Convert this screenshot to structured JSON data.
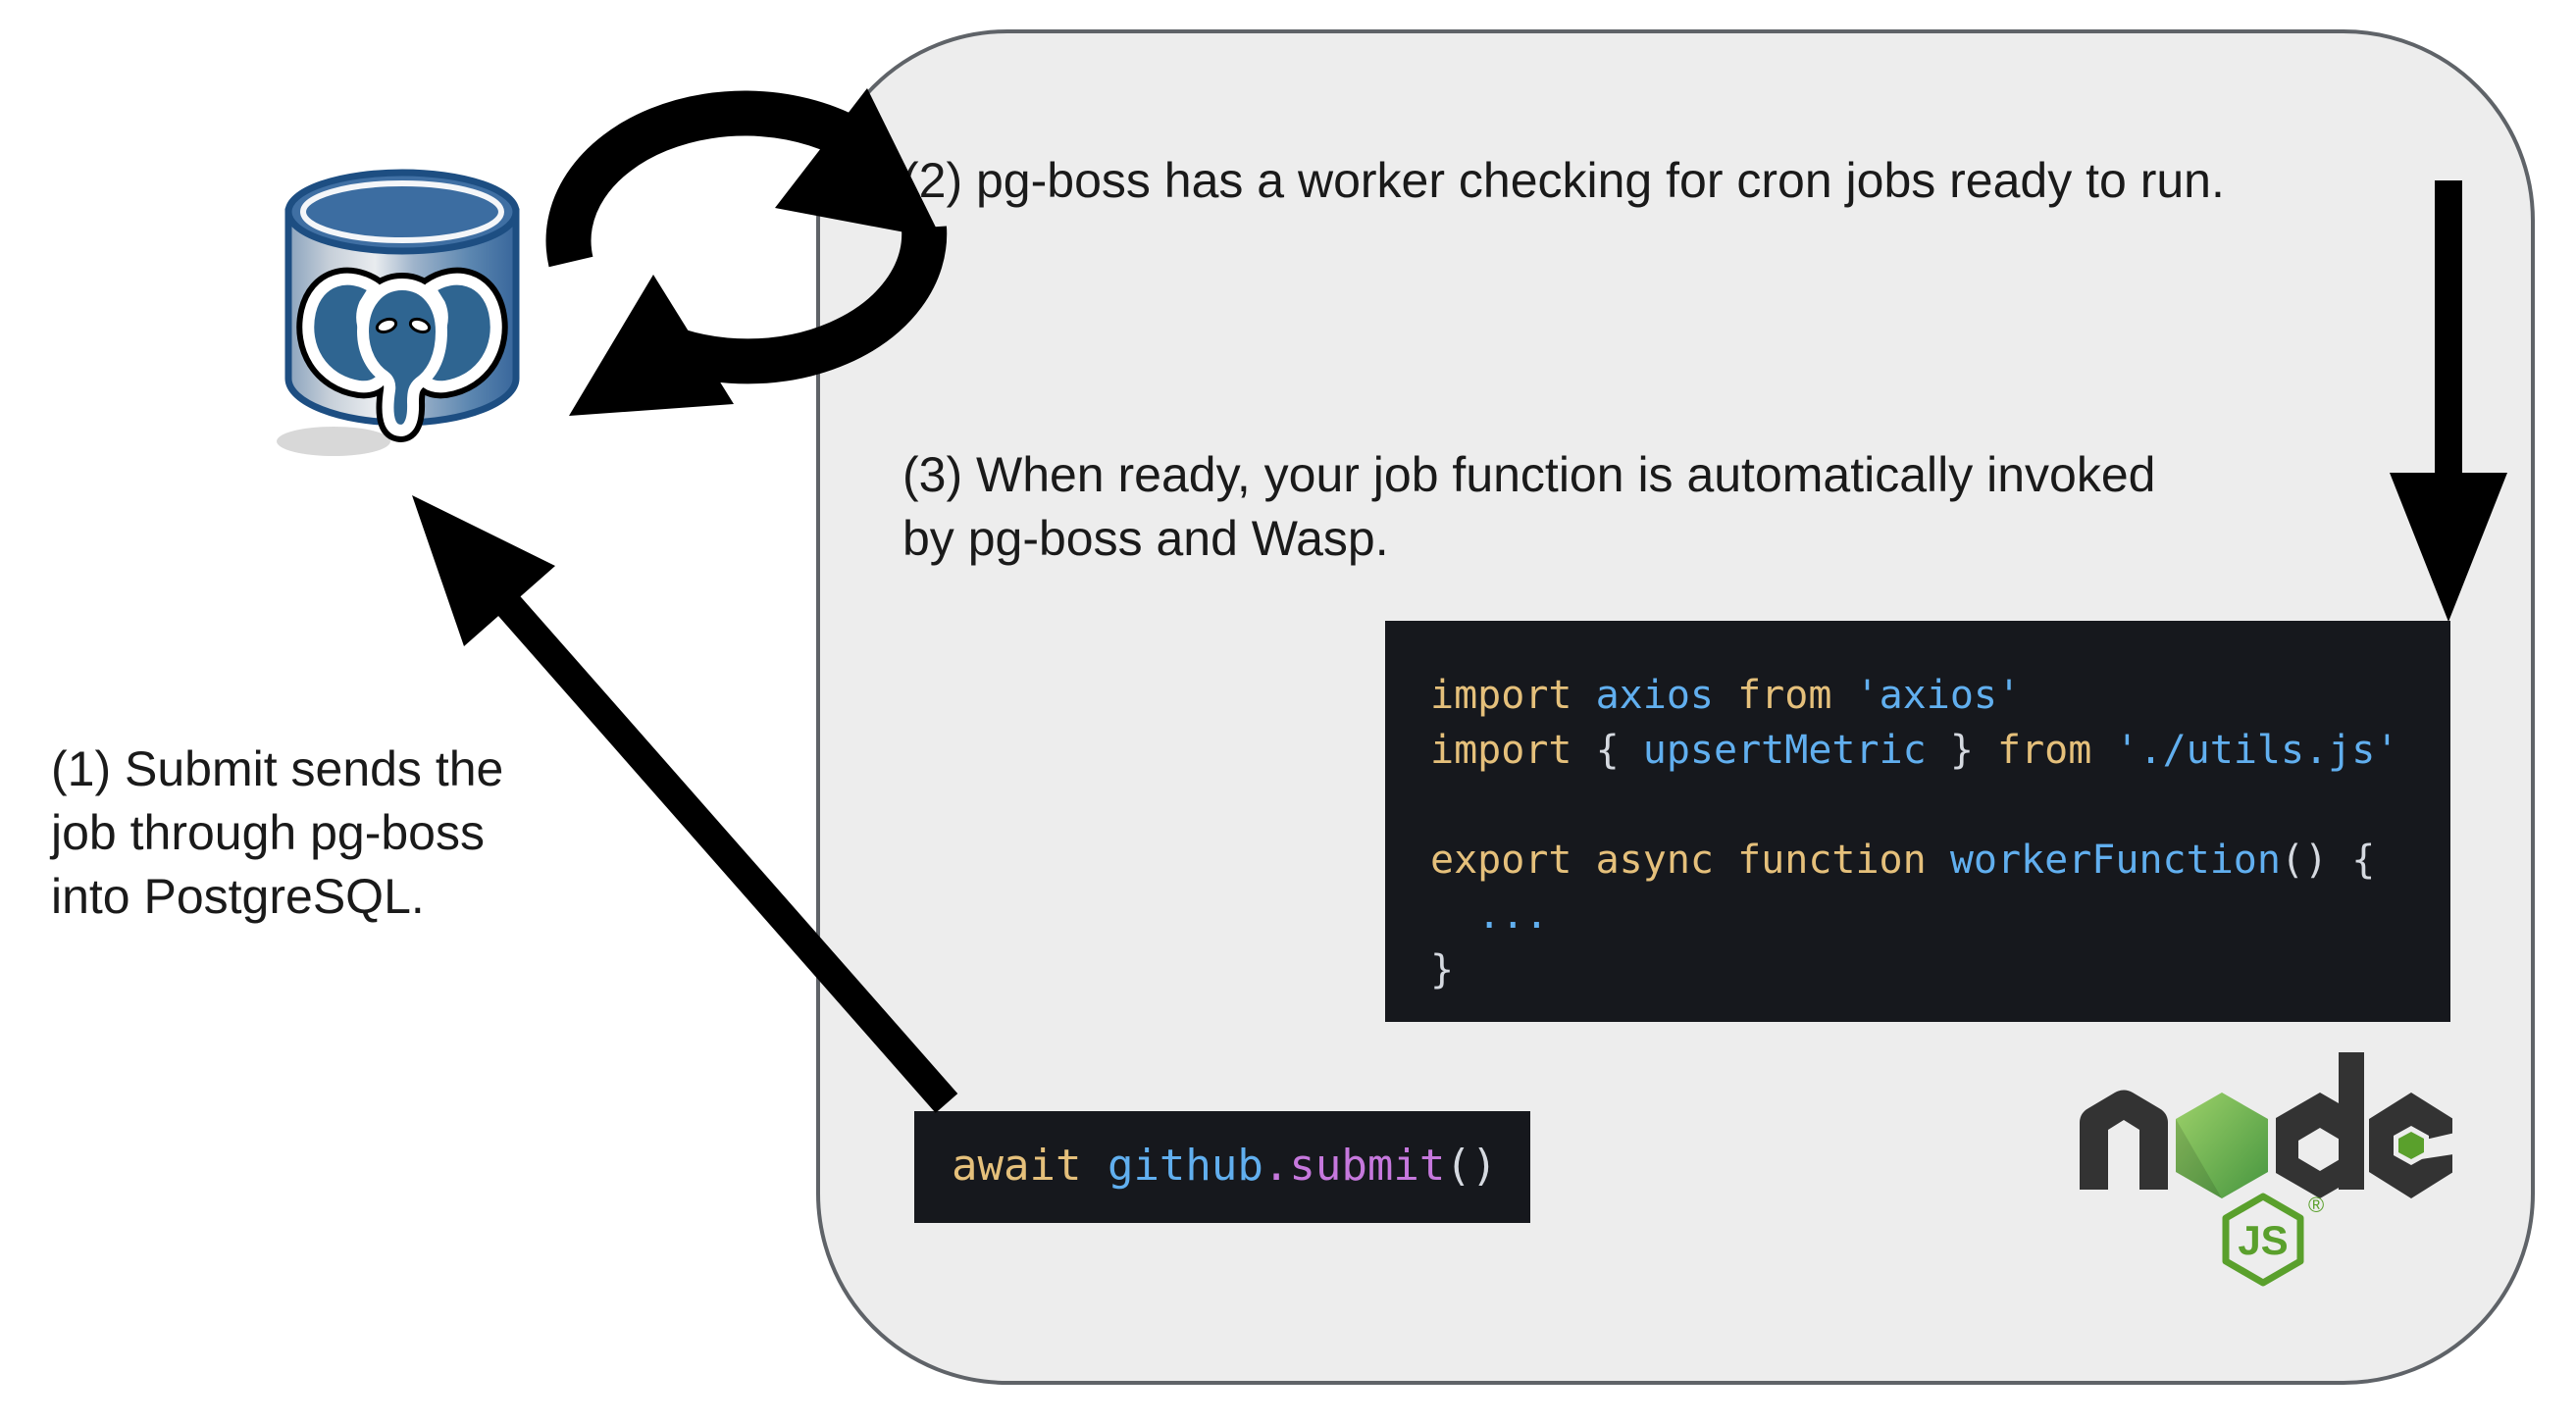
{
  "panel": {
    "bg": "#ededed",
    "border_color": "#5f6368"
  },
  "steps": {
    "step1_line1": "(1) Submit sends the",
    "step1_line2": "job through pg-boss",
    "step1_line3": "into PostgreSQL.",
    "step2": "(2) pg-boss has a worker checking for cron jobs ready to run.",
    "step3_line1": "(3) When ready, your job function is automatically invoked",
    "step3_line2": "by pg-boss and Wasp."
  },
  "code_main": {
    "bg": "#16181d",
    "lines": [
      [
        {
          "c": "kw",
          "t": "import "
        },
        {
          "c": "id",
          "t": "axios "
        },
        {
          "c": "kw",
          "t": "from "
        },
        {
          "c": "str",
          "t": "'axios'"
        }
      ],
      [
        {
          "c": "kw",
          "t": "import "
        },
        {
          "c": "pun",
          "t": "{ "
        },
        {
          "c": "id",
          "t": "upsertMetric "
        },
        {
          "c": "pun",
          "t": "} "
        },
        {
          "c": "kw",
          "t": "from "
        },
        {
          "c": "str",
          "t": "'./utils.js'"
        }
      ],
      [],
      [
        {
          "c": "kw",
          "t": "export async function "
        },
        {
          "c": "id",
          "t": "workerFunction"
        },
        {
          "c": "pun",
          "t": "() {"
        }
      ],
      [
        {
          "c": "id",
          "t": "  ..."
        }
      ],
      [
        {
          "c": "pun",
          "t": "}"
        }
      ]
    ]
  },
  "code_submit": {
    "bg": "#16181d",
    "tokens": [
      {
        "c": "kw",
        "t": "await "
      },
      {
        "c": "id",
        "t": "github"
      },
      {
        "c": "fn",
        "t": ".submit"
      },
      {
        "c": "pun",
        "t": "()"
      }
    ]
  },
  "node_logo": {
    "js_label": "JS",
    "registered_mark": "®",
    "green": "#5aa02c",
    "dark": "#333333"
  },
  "code_colors": {
    "keyword": "#e5c07b",
    "identifier": "#61afef",
    "string": "#61afef",
    "function": "#c678dd",
    "punctuation": "#d5d9e0"
  },
  "icons": {
    "database": "postgresql-database-icon",
    "cycle": "sync-cycle-icon",
    "down_arrow": "down-arrow-icon",
    "submit_arrow": "submit-arrow-icon",
    "node": "nodejs-logo"
  }
}
